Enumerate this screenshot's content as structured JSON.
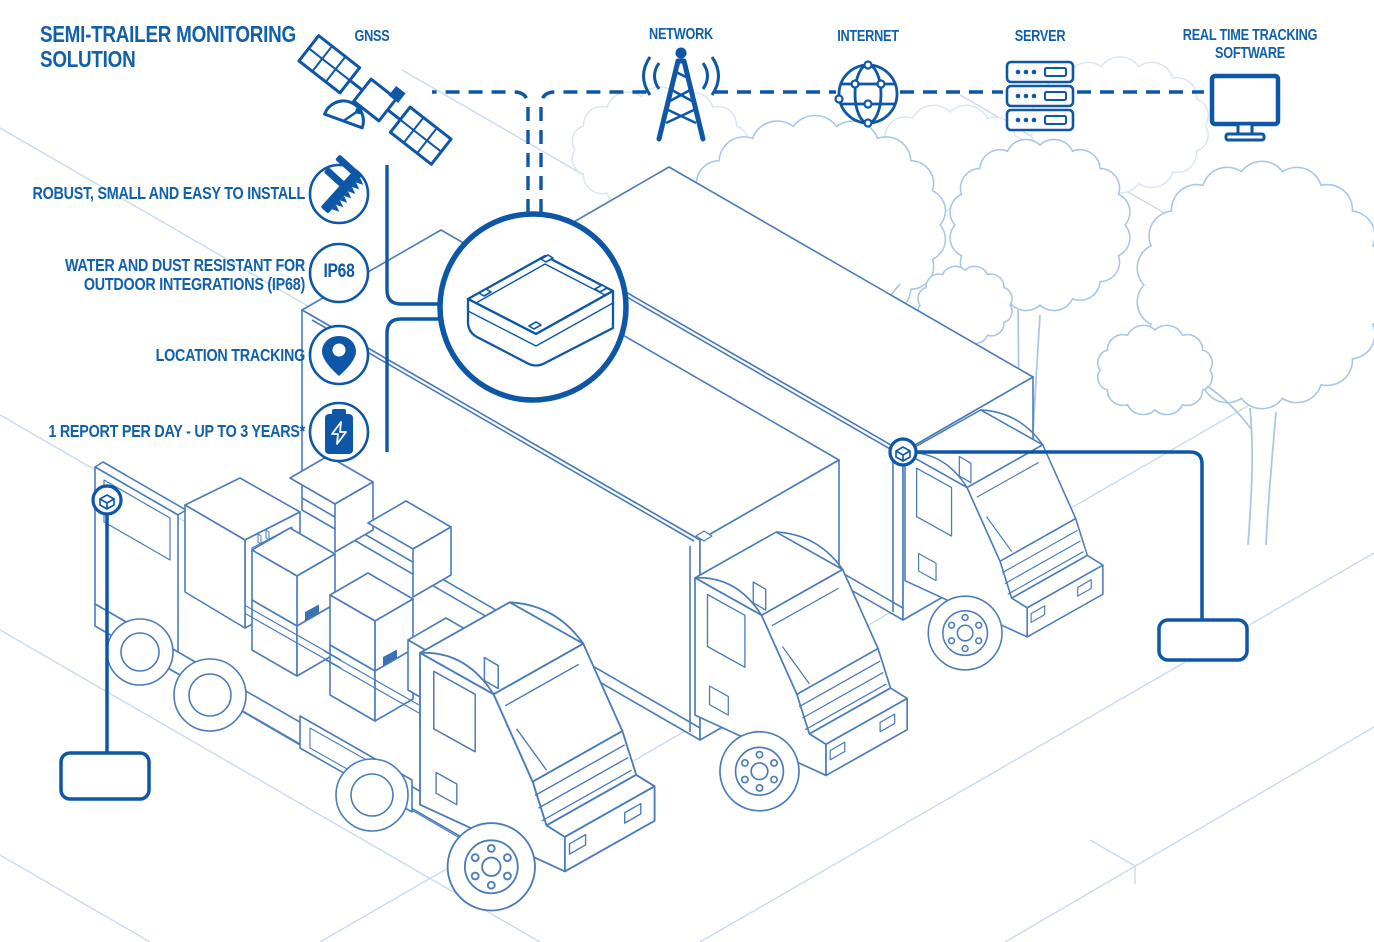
{
  "title": {
    "line1": "SEMI-TRAILER MONITORING",
    "line2": "SOLUTION"
  },
  "pipeline": {
    "connection_style": "dashed",
    "nodes": [
      {
        "id": "gnss",
        "label": "GNSS",
        "icon": "satellite-icon"
      },
      {
        "id": "network",
        "label": "NETWORK",
        "icon": "antenna-tower-icon"
      },
      {
        "id": "internet",
        "label": "INTERNET",
        "icon": "globe-icon"
      },
      {
        "id": "server",
        "label": "SERVER",
        "icon": "server-rack-icon"
      },
      {
        "id": "software",
        "label": "REAL TIME TRACKING SOFTWARE",
        "icon": "desktop-monitor-icon"
      }
    ]
  },
  "features": [
    {
      "icon": "caliper-icon",
      "lines": [
        "ROBUST, SMALL AND EASY TO INSTALL"
      ]
    },
    {
      "icon": "ip68-badge",
      "badge": "IP68",
      "lines": [
        "WATER AND DUST RESISTANT FOR",
        "OUTDOOR INTEGRATIONS (IP68)"
      ]
    },
    {
      "icon": "map-pin-icon",
      "lines": [
        "LOCATION TRACKING"
      ]
    },
    {
      "icon": "battery-charge-icon",
      "lines": [
        "1 REPORT PER DAY - UP TO 3 YEARS*"
      ]
    }
  ],
  "device": {
    "name": "tracker-device",
    "shown_in": "magnifier-circle"
  },
  "scene": {
    "truck_count": 3,
    "tracker_markers": 2,
    "callout_labels": [
      "",
      ""
    ],
    "elements": [
      "flatbed-truck-with-boxes",
      "box-trailer-truck",
      "box-trailer-truck",
      "trees",
      "isometric-ground-lines"
    ]
  },
  "colors": {
    "primary": "#0d57a6",
    "label_text": "#1160ab",
    "truck_line": "#4b7cba",
    "ground_line": "#c7d9ee",
    "tree_line": "#aac7e8",
    "cloud_line": "#d8e5f4",
    "box_accent": "#3a72b4"
  }
}
